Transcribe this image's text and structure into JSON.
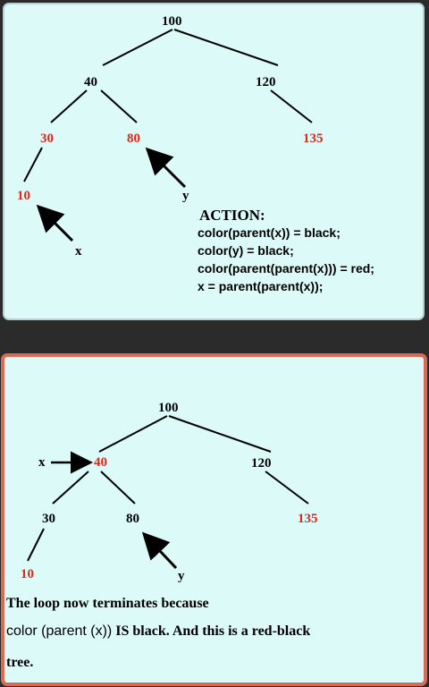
{
  "top": {
    "nodes": {
      "n100": "100",
      "n40": "40",
      "n120": "120",
      "n30": "30",
      "n80": "80",
      "n135": "135",
      "n10": "10"
    },
    "labels": {
      "x": "x",
      "y": "y"
    },
    "action": {
      "title": "ACTION:",
      "lines": [
        "color(parent(x)) = black;",
        "color(y) = black;",
        "color(parent(parent(x))) = red;",
        "x = parent(parent(x));"
      ]
    }
  },
  "bottom": {
    "nodes": {
      "n100": "100",
      "n40": "40",
      "n120": "120",
      "n30": "30",
      "n80": "80",
      "n135": "135",
      "n10": "10"
    },
    "labels": {
      "x": "x",
      "y": "y"
    },
    "caption": {
      "line1": "The loop now terminates because",
      "line2_a": "color (parent (x))",
      "line2_b": " IS black.  And this is a red-black",
      "line3": "tree."
    }
  },
  "colors": {
    "red_node": "#e0271b",
    "black_node": "#000000",
    "panel_bg": "#dcfaf8",
    "highlight_border": "#d96a55"
  }
}
